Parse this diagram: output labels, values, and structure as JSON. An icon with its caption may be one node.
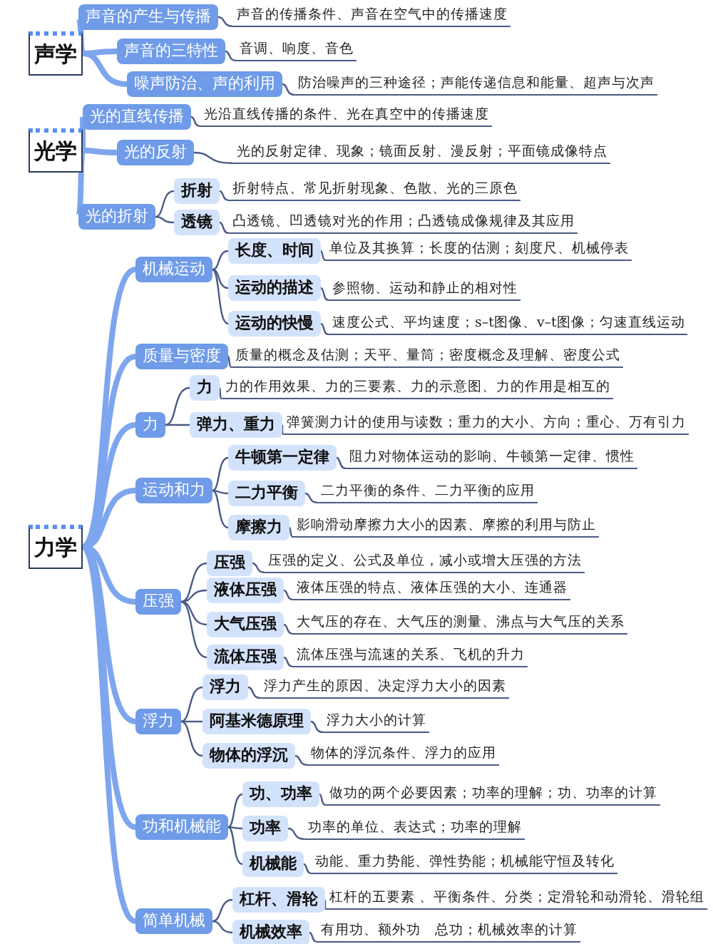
{
  "diagram": {
    "nodes": [
      {
        "text": [
          "声学"
        ]
      },
      {
        "text": [
          "声音的产生与传播"
        ]
      },
      {
        "text": [
          "声音的传播条件、声音在空气中的传播速度"
        ]
      },
      {
        "text": [
          "声音的三特性"
        ]
      },
      {
        "text": [
          "音调、响度、音色"
        ]
      },
      {
        "text": [
          "噪声防治、声的利用"
        ]
      },
      {
        "text": [
          "防治噪声的三种途径；声能传递信息和能量、超声与次声"
        ]
      },
      {
        "text": [
          "光学"
        ]
      },
      {
        "text": [
          "光的直线传播"
        ]
      },
      {
        "text": [
          "光沿直线传播的条件、光在真空中的传播速度"
        ]
      },
      {
        "text": [
          "光的反射"
        ]
      },
      {
        "text": [
          "光的反射定律、现象；镜面反射、漫反射；平面镜成像特点"
        ]
      },
      {
        "text": [
          "光的折射"
        ]
      },
      {
        "text": [
          "折射"
        ]
      },
      {
        "text": [
          "折射特点、常见折射现象、色散、光的三原色"
        ]
      },
      {
        "text": [
          "透镜"
        ]
      },
      {
        "text": [
          "凸透镜、凹透镜对光的作用；凸透镜成像规律及其应用"
        ]
      },
      {
        "text": [
          "力学"
        ]
      },
      {
        "text": [
          "机械运动"
        ]
      },
      {
        "text": [
          "长度、时间"
        ]
      },
      {
        "text": [
          "单位及其换算；长度的估测；刻度尺、机械停表"
        ]
      },
      {
        "text": [
          "运动的描述"
        ]
      },
      {
        "text": [
          "参照物、运动和静止的相对性"
        ]
      },
      {
        "text": [
          "运动的快慢"
        ]
      },
      {
        "text": [
          "速度公式、平均速度；s–t图像、v–t图像；匀速直线运动"
        ]
      },
      {
        "text": [
          "质量与密度"
        ]
      },
      {
        "text": [
          "质量的概念及估测；天平、量筒；密度概念及理解、密度公式"
        ]
      },
      {
        "text": [
          "力"
        ]
      },
      {
        "text": [
          "力"
        ]
      },
      {
        "text": [
          "力的作用效果、力的三要素、力的示意图、力的作用是相互的"
        ]
      },
      {
        "text": [
          "弹力、重力"
        ]
      },
      {
        "text": [
          "弹簧测力计的使用与读数；重力的大小、方向；重心、万有引力"
        ]
      },
      {
        "text": [
          "运动和力"
        ]
      },
      {
        "text": [
          "牛顿第一定律"
        ]
      },
      {
        "text": [
          "阻力对物体运动的影响、牛顿第一定律、惯性"
        ]
      },
      {
        "text": [
          "二力平衡"
        ]
      },
      {
        "text": [
          "二力平衡的条件、二力平衡的应用"
        ]
      },
      {
        "text": [
          "摩擦力"
        ]
      },
      {
        "text": [
          "影响滑动摩擦力大小的因素、摩擦的利用与防止"
        ]
      },
      {
        "text": [
          "压强"
        ]
      },
      {
        "text": [
          "压强"
        ]
      },
      {
        "text": [
          "压强的定义、公式及单位，减小或增大压强的方法"
        ]
      },
      {
        "text": [
          "液体压强"
        ]
      },
      {
        "text": [
          "液体压强的特点、液体压强的大小、连通器"
        ]
      },
      {
        "text": [
          "大气压强"
        ]
      },
      {
        "text": [
          "大气压的存在、大气压的测量、沸点与大气压的关系"
        ]
      },
      {
        "text": [
          "流体压强"
        ]
      },
      {
        "text": [
          "流体压强与流速的关系、飞机的升力"
        ]
      },
      {
        "text": [
          "浮力"
        ]
      },
      {
        "text": [
          "浮力"
        ]
      },
      {
        "text": [
          "浮力产生的原因、决定浮力大小的因素"
        ]
      },
      {
        "text": [
          "阿基米德原理"
        ]
      },
      {
        "text": [
          "浮力大小的计算"
        ]
      },
      {
        "text": [
          "物体的浮沉"
        ]
      },
      {
        "text": [
          "物体的浮沉条件、浮力的应用"
        ]
      },
      {
        "text": [
          "功和机械能"
        ]
      },
      {
        "text": [
          "功、功率"
        ]
      },
      {
        "text": [
          "做功的两个必要因素；功率的理解；功、功率的计算"
        ]
      },
      {
        "text": [
          "功率"
        ]
      },
      {
        "text": [
          "功率的单位、表达式；功率的理解"
        ]
      },
      {
        "text": [
          "机械能"
        ]
      },
      {
        "text": [
          "动能、重力势能、弹性势能；机械能守恒及转化"
        ]
      },
      {
        "text": [
          "简单机械"
        ]
      },
      {
        "text": [
          "杠杆、滑轮"
        ]
      },
      {
        "text": [
          "杠杆的五要素 、平衡条件、分类；定滑轮和动滑轮、滑轮组"
        ]
      },
      {
        "text": [
          "机械效率"
        ]
      },
      {
        "text": [
          "有用功、额外功　总功；机械效率的计算"
        ]
      }
    ],
    "edges": [
      {
        "from": 0,
        "to": 1,
        "arrow": "none",
        "style": "thick",
        "color": "#7ea6ee"
      },
      {
        "from": 1,
        "to": 2,
        "arrow": "none"
      },
      {
        "from": 0,
        "to": 3,
        "arrow": "none",
        "style": "thick",
        "color": "#7ea6ee"
      },
      {
        "from": 3,
        "to": 4,
        "arrow": "none"
      },
      {
        "from": 0,
        "to": 5,
        "arrow": "none",
        "style": "thick",
        "color": "#7ea6ee"
      },
      {
        "from": 5,
        "to": 6,
        "arrow": "none"
      },
      {
        "from": 7,
        "to": 8,
        "arrow": "none",
        "style": "thick",
        "color": "#7ea6ee"
      },
      {
        "from": 8,
        "to": 9,
        "arrow": "none"
      },
      {
        "from": 7,
        "to": 10,
        "arrow": "none",
        "style": "thick",
        "color": "#7ea6ee"
      },
      {
        "from": 10,
        "to": 11,
        "arrow": "none"
      },
      {
        "from": 7,
        "to": 12,
        "arrow": "none",
        "style": "thick",
        "color": "#7ea6ee"
      },
      {
        "from": 12,
        "to": 13,
        "arrow": "none"
      },
      {
        "from": 13,
        "to": 14,
        "arrow": "none"
      },
      {
        "from": 12,
        "to": 15,
        "arrow": "none"
      },
      {
        "from": 15,
        "to": 16,
        "arrow": "none"
      },
      {
        "from": 17,
        "to": 18,
        "arrow": "none",
        "style": "thick",
        "color": "#7ea6ee"
      },
      {
        "from": 18,
        "to": 19,
        "arrow": "none"
      },
      {
        "from": 19,
        "to": 20,
        "arrow": "none"
      },
      {
        "from": 18,
        "to": 21,
        "arrow": "none"
      },
      {
        "from": 21,
        "to": 22,
        "arrow": "none"
      },
      {
        "from": 18,
        "to": 23,
        "arrow": "none"
      },
      {
        "from": 23,
        "to": 24,
        "arrow": "none"
      },
      {
        "from": 17,
        "to": 25,
        "arrow": "none",
        "style": "thick",
        "color": "#7ea6ee"
      },
      {
        "from": 25,
        "to": 26,
        "arrow": "none"
      },
      {
        "from": 17,
        "to": 27,
        "arrow": "none",
        "style": "thick",
        "color": "#7ea6ee"
      },
      {
        "from": 27,
        "to": 28,
        "arrow": "none"
      },
      {
        "from": 28,
        "to": 29,
        "arrow": "none"
      },
      {
        "from": 27,
        "to": 30,
        "arrow": "none"
      },
      {
        "from": 30,
        "to": 31,
        "arrow": "none"
      },
      {
        "from": 17,
        "to": 32,
        "arrow": "none",
        "style": "thick",
        "color": "#7ea6ee"
      },
      {
        "from": 32,
        "to": 33,
        "arrow": "none"
      },
      {
        "from": 33,
        "to": 34,
        "arrow": "none"
      },
      {
        "from": 32,
        "to": 35,
        "arrow": "none"
      },
      {
        "from": 35,
        "to": 36,
        "arrow": "none"
      },
      {
        "from": 32,
        "to": 37,
        "arrow": "none"
      },
      {
        "from": 37,
        "to": 38,
        "arrow": "none"
      },
      {
        "from": 17,
        "to": 39,
        "arrow": "none",
        "style": "thick",
        "color": "#7ea6ee"
      },
      {
        "from": 39,
        "to": 40,
        "arrow": "none"
      },
      {
        "from": 40,
        "to": 41,
        "arrow": "none"
      },
      {
        "from": 39,
        "to": 42,
        "arrow": "none"
      },
      {
        "from": 42,
        "to": 43,
        "arrow": "none"
      },
      {
        "from": 39,
        "to": 44,
        "arrow": "none"
      },
      {
        "from": 44,
        "to": 45,
        "arrow": "none"
      },
      {
        "from": 39,
        "to": 46,
        "arrow": "none"
      },
      {
        "from": 46,
        "to": 47,
        "arrow": "none"
      },
      {
        "from": 17,
        "to": 48,
        "arrow": "none",
        "style": "thick",
        "color": "#7ea6ee"
      },
      {
        "from": 48,
        "to": 49,
        "arrow": "none"
      },
      {
        "from": 49,
        "to": 50,
        "arrow": "none"
      },
      {
        "from": 48,
        "to": 51,
        "arrow": "none"
      },
      {
        "from": 51,
        "to": 52,
        "arrow": "none"
      },
      {
        "from": 48,
        "to": 53,
        "arrow": "none"
      },
      {
        "from": 53,
        "to": 54,
        "arrow": "none"
      },
      {
        "from": 17,
        "to": 55,
        "arrow": "none",
        "style": "thick",
        "color": "#7ea6ee"
      },
      {
        "from": 55,
        "to": 56,
        "arrow": "none"
      },
      {
        "from": 56,
        "to": 57,
        "arrow": "none"
      },
      {
        "from": 55,
        "to": 58,
        "arrow": "none"
      },
      {
        "from": 58,
        "to": 59,
        "arrow": "none"
      },
      {
        "from": 55,
        "to": 60,
        "arrow": "none"
      },
      {
        "from": 60,
        "to": 61,
        "arrow": "none"
      },
      {
        "from": 17,
        "to": 62,
        "arrow": "none",
        "style": "thick",
        "color": "#7ea6ee"
      },
      {
        "from": 62,
        "to": 63,
        "arrow": "none"
      },
      {
        "from": 63,
        "to": 64,
        "arrow": "none"
      },
      {
        "from": 62,
        "to": 65,
        "arrow": "none"
      },
      {
        "from": 65,
        "to": 66,
        "arrow": "none"
      }
    ]
  }
}
